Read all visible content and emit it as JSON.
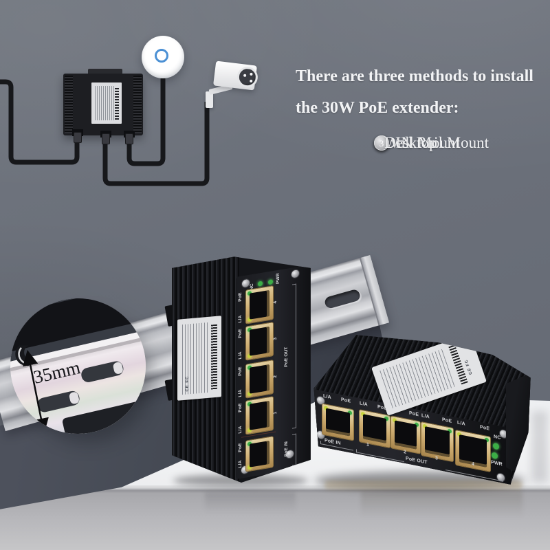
{
  "text_panel": {
    "heading_line1": "There are three methods to install",
    "heading_line2": "the 30W PoE extender:",
    "methods": [
      {
        "num": "1",
        "label": "DIN Rail Mount"
      },
      {
        "num": "2",
        "label": "Wall Mount"
      },
      {
        "num": "3",
        "label": "Desktop"
      }
    ]
  },
  "magnifier": {
    "dimension_label": "35mm"
  },
  "vdev": {
    "leds": {
      "nc": "NC",
      "pwr": "PWR"
    },
    "out_ports": [
      {
        "poe": "PoE",
        "la": "L/A",
        "num": "4"
      },
      {
        "poe": "PoE",
        "la": "L/A",
        "num": "3"
      },
      {
        "poe": "PoE",
        "la": "L/A",
        "num": "2"
      },
      {
        "poe": "PoE",
        "la": "L/A",
        "num": "1"
      }
    ],
    "out_caption": "PoE OUT",
    "in_port": {
      "poe": "PoE",
      "la": "L/A"
    },
    "in_caption": "PoE IN",
    "label_marks": "CE FC"
  },
  "hdev": {
    "in_port": {
      "la": "L/A",
      "poe": "PoE"
    },
    "in_caption": "PoE IN",
    "out_ports": [
      {
        "la": "L/A",
        "poe": "PoE",
        "num": "1"
      },
      {
        "la": "L/A",
        "poe": "PoE",
        "num": "2"
      },
      {
        "la": "L/A",
        "poe": "PoE",
        "num": "3"
      },
      {
        "la": "L/A",
        "poe": "PoE",
        "num": "4"
      }
    ],
    "out_caption": "PoE OUT",
    "leds": {
      "nc": "NC",
      "pwr": "PWR"
    },
    "label_marks": "CE FC"
  },
  "colors": {
    "background": "#6b707b",
    "heading_text": "#f2f3f5",
    "platform_white": "#f2f3f5",
    "rail_silver": "#c6c8cd",
    "shadow_navy": "#434751",
    "device_black": "#15161a",
    "port_gold": "#cfae72",
    "led_green": "#3cae46",
    "led_amber": "#c6d23e",
    "ap_ring_blue": "#4b90d4",
    "cable_black": "#17181b",
    "dimension_text": "#16161a"
  }
}
